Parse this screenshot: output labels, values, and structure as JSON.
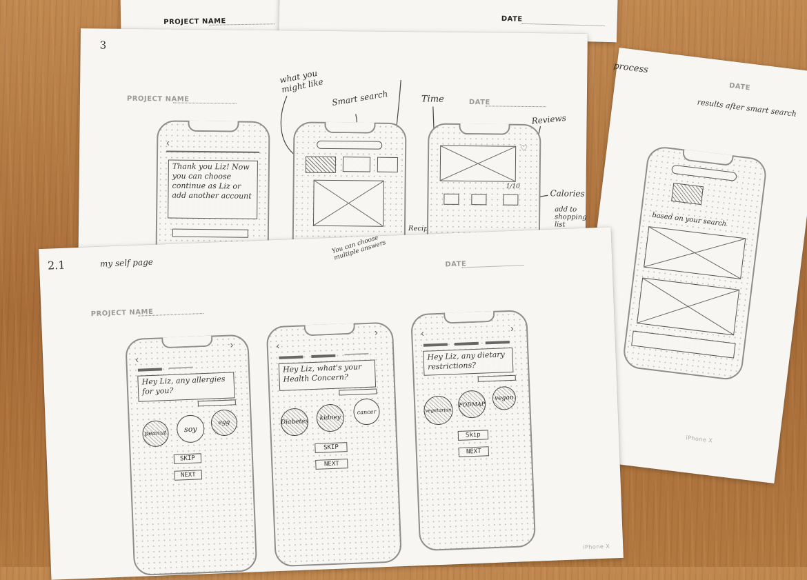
{
  "sheets": {
    "top": {
      "project_name_label": "PROJECT NAME",
      "date_label": "DATE"
    },
    "sheet3": {
      "number": "3",
      "project_name_label": "PROJECT NAME",
      "date_label": "DATE",
      "notes": {
        "what_you_might_like": "what you might like",
        "smart_search": "Smart search",
        "time": "Time",
        "reviews": "Reviews",
        "calories": "Calories",
        "add_to_shopping_list": "add to shopping list",
        "recipe": "Recipe"
      },
      "screen1_text": "Thank you Liz! Now you can choose continue as Liz or add another account",
      "screen3_rating": "1/10"
    },
    "right": {
      "date_label": "DATE",
      "notes": {
        "process": "process",
        "results_after_smart_search": "results after smart search",
        "based_on_your_search": "based on your search"
      },
      "footer": "iPhone X"
    },
    "sheet21": {
      "number": "2.1",
      "title": "my self page",
      "project_name_label": "PROJECT NAME",
      "date_label": "DATE",
      "note_multiple": "You can choose multiple answers",
      "phone1": {
        "question": "Hey Liz, any allergies for you?",
        "chips": [
          "peanut",
          "soy",
          "egg"
        ],
        "skip": "SKIP",
        "next": "NEXT"
      },
      "phone2": {
        "question": "Hey Liz, what's your Health Concern?",
        "chips": [
          "Diabetes",
          "kidney",
          "cancer"
        ],
        "skip": "SKIP",
        "next": "NEXT"
      },
      "phone3": {
        "question": "Hey Liz, any dietary restrictions?",
        "chips": [
          "vegetarian",
          "FODMAP",
          "vegan"
        ],
        "skip": "Skip",
        "next": "NEXT"
      },
      "footer": "iPhone X"
    }
  }
}
